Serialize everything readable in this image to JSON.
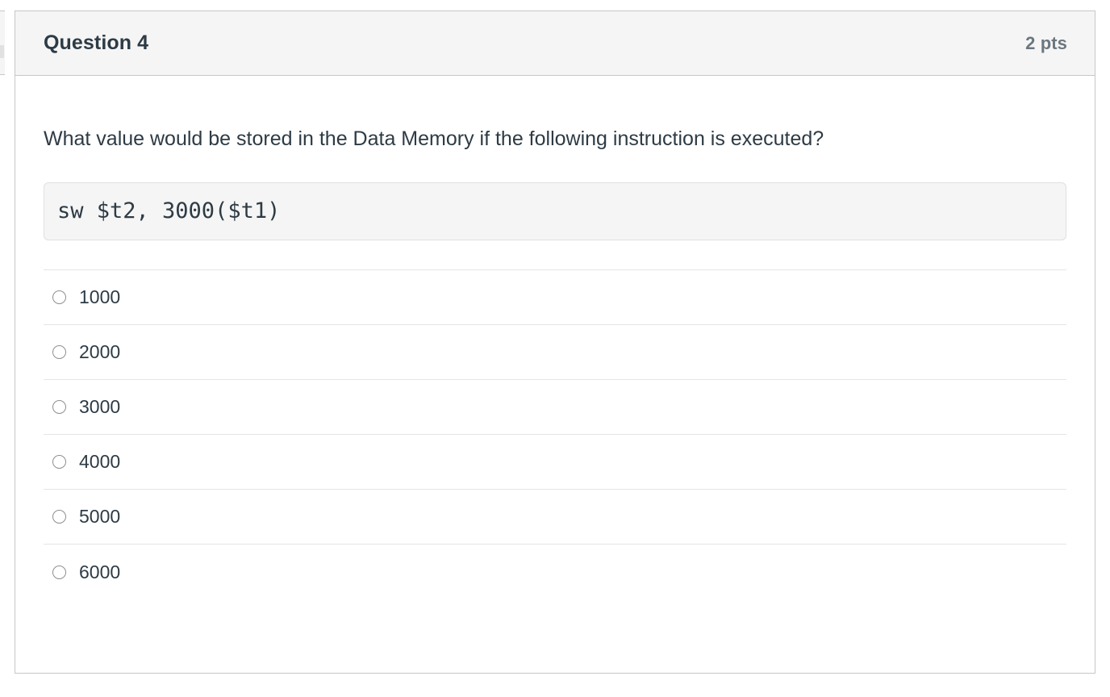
{
  "question": {
    "title": "Question 4",
    "points": "2 pts",
    "prompt": "What value would be stored in the Data Memory if the following instruction is executed?",
    "code": "sw $t2, 3000($t1)",
    "answers": [
      {
        "label": "1000",
        "selected": false
      },
      {
        "label": "2000",
        "selected": false
      },
      {
        "label": "3000",
        "selected": false
      },
      {
        "label": "4000",
        "selected": false
      },
      {
        "label": "5000",
        "selected": false
      },
      {
        "label": "6000",
        "selected": false
      }
    ]
  },
  "colors": {
    "header_bg": "#f5f5f5",
    "card_border": "#c7c7c7",
    "text": "#2d3b45",
    "muted_text": "#6b7780",
    "separator": "#e3e5e7",
    "code_bg": "#f5f5f5",
    "radio_border": "#8b8f93"
  }
}
